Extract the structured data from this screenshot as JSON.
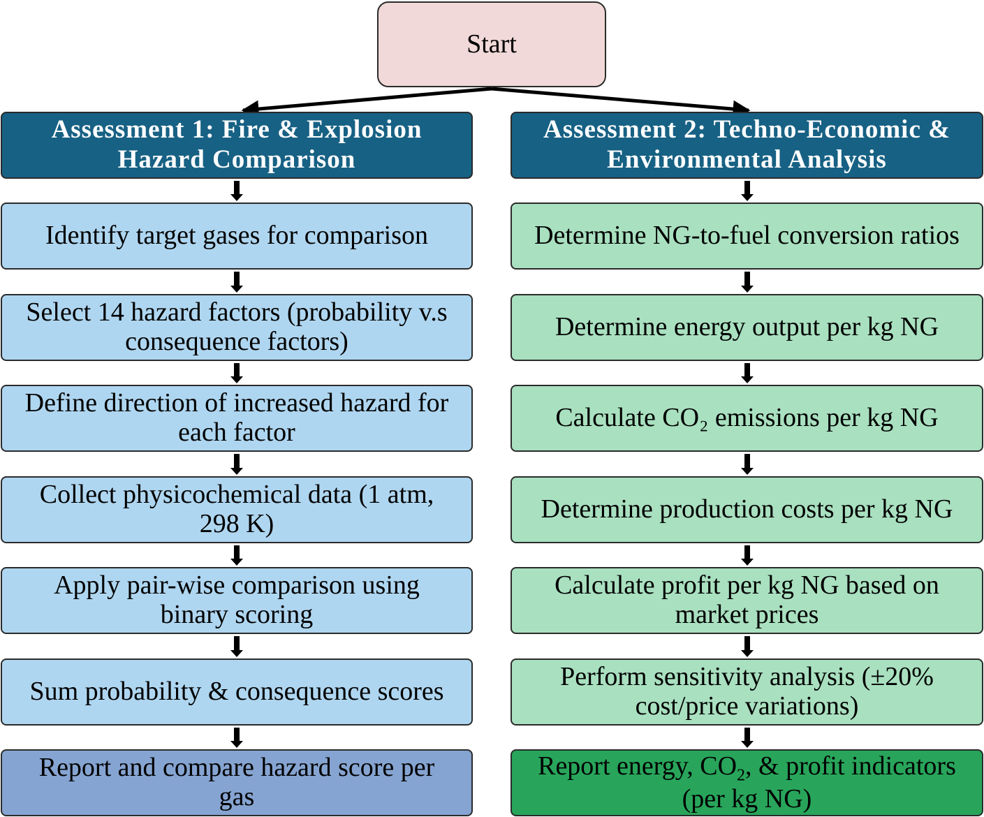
{
  "start": "Start",
  "assessment1": {
    "title_line1": "Assessment 1: Fire & Explosion",
    "title_line2": "Hazard Comparison",
    "steps": [
      {
        "line1": "Identify target gases for comparison",
        "line2": ""
      },
      {
        "line1": "Select 14 hazard factors (probability v.s",
        "line2": "consequence factors)"
      },
      {
        "line1": "Define direction of increased hazard for",
        "line2": "each factor"
      },
      {
        "line1": "Collect physicochemical data (1 atm,",
        "line2": "298 K)"
      },
      {
        "line1": "Apply pair-wise comparison using",
        "line2": "binary scoring"
      },
      {
        "line1": "Sum probability & consequence scores",
        "line2": ""
      },
      {
        "line1": "Report and compare hazard score per",
        "line2": "gas"
      }
    ]
  },
  "assessment2": {
    "title_line1": "Assessment 2: Techno-Economic &",
    "title_line2": "Environmental Analysis",
    "steps": [
      {
        "line1": "Determine NG-to-fuel conversion ratios",
        "line2": ""
      },
      {
        "line1": "Determine energy output per kg NG",
        "line2": ""
      },
      {
        "line1": "Calculate CO₂ emissions per kg NG",
        "line2": ""
      },
      {
        "line1": "Determine production costs per kg NG",
        "line2": ""
      },
      {
        "line1": "Calculate profit per kg NG based on",
        "line2": "market prices"
      },
      {
        "line1": "Perform sensitivity analysis (±20%",
        "line2": "cost/price variations)"
      }
    ],
    "final": {
      "pre": "Report energy, CO",
      "sub": "2",
      "post": ", & profit indicators",
      "line2": "(per kg NG)"
    }
  },
  "colors": {
    "start_fill": "#f0d9d8",
    "header_fill": "#176184",
    "left_step_fill": "#afd6f0",
    "left_final_fill": "#86a4d1",
    "right_step_fill": "#a9e0c0",
    "right_final_fill": "#28a55b"
  }
}
